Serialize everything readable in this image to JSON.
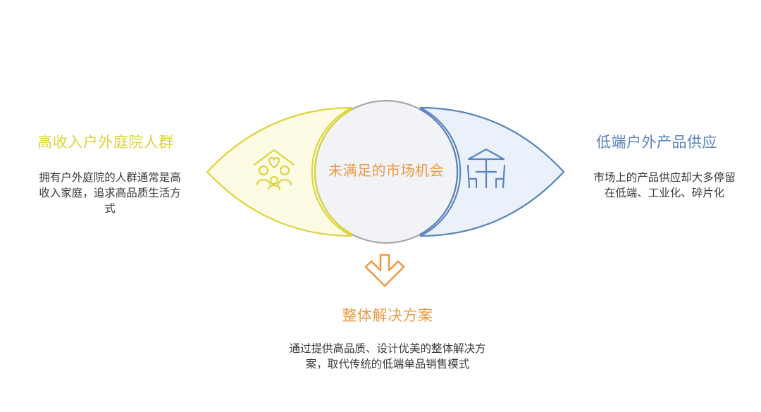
{
  "diagram": {
    "left": {
      "title": "高收入户外庭院人群",
      "description": "拥有户外庭院的人群通常是高收入家庭，追求高品质生活方式",
      "icon": "family-home-icon",
      "color": "#dcd43a",
      "fill": "#fdfbe3"
    },
    "center": {
      "label": "未满足的市场机会",
      "stroke": "#a8a8a8",
      "fill": "#f2f3f6",
      "text_color": "#e99a45"
    },
    "right": {
      "title": "低端户外产品供应",
      "description": "市场上的产品供应却大多停留在低端、工业化、碎片化",
      "icon": "patio-table-umbrella-icon",
      "color": "#5b84bd",
      "fill": "#eaf1fb"
    },
    "bottom": {
      "arrow_icon": "arrow-down-icon",
      "title": "整体解决方案",
      "description": "通过提供高品质、设计优美的整体解决方案，取代传统的低端单品销售模式",
      "color": "#ee9c44"
    }
  }
}
